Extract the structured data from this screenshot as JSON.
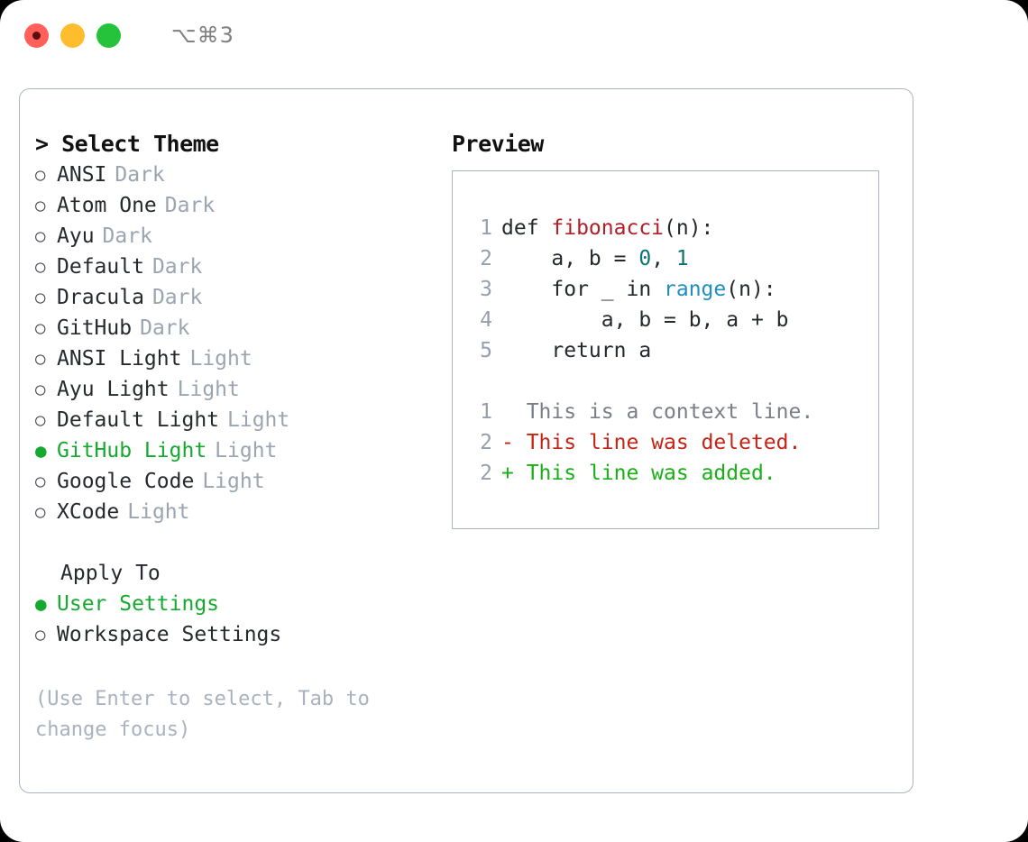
{
  "titlebar": {
    "shortcut": "⌥⌘3",
    "buttons": [
      {
        "name": "close",
        "color": "#ff6059"
      },
      {
        "name": "minimize",
        "color": "#ffbd2e"
      },
      {
        "name": "maximize",
        "color": "#24c33b"
      }
    ]
  },
  "left": {
    "heading": "> Select Theme",
    "themes": [
      {
        "bullet": "○",
        "label": "ANSI",
        "tag": "Dark",
        "selected": false
      },
      {
        "bullet": "○",
        "label": "Atom One",
        "tag": "Dark",
        "selected": false
      },
      {
        "bullet": "○",
        "label": "Ayu",
        "tag": "Dark",
        "selected": false
      },
      {
        "bullet": "○",
        "label": "Default",
        "tag": "Dark",
        "selected": false
      },
      {
        "bullet": "○",
        "label": "Dracula",
        "tag": "Dark",
        "selected": false
      },
      {
        "bullet": "○",
        "label": "GitHub",
        "tag": "Dark",
        "selected": false
      },
      {
        "bullet": "○",
        "label": "ANSI Light",
        "tag": "Light",
        "selected": false
      },
      {
        "bullet": "○",
        "label": "Ayu Light",
        "tag": "Light",
        "selected": false
      },
      {
        "bullet": "○",
        "label": "Default Light",
        "tag": "Light",
        "selected": false
      },
      {
        "bullet": "●",
        "label": "GitHub Light",
        "tag": "Light",
        "selected": true
      },
      {
        "bullet": "○",
        "label": "Google Code",
        "tag": "Light",
        "selected": false
      },
      {
        "bullet": "○",
        "label": "XCode",
        "tag": "Light",
        "selected": false
      }
    ],
    "apply_heading": "Apply To",
    "apply_options": [
      {
        "bullet": "●",
        "label": "User Settings",
        "selected": true
      },
      {
        "bullet": "○",
        "label": "Workspace Settings",
        "selected": false
      }
    ],
    "hint": "(Use Enter to select, Tab to change focus)"
  },
  "right": {
    "heading": "Preview",
    "code_lines": [
      {
        "num": "1",
        "tokens": [
          {
            "text": "def ",
            "type": "plain"
          },
          {
            "text": "fibonacci",
            "type": "func"
          },
          {
            "text": "(n):",
            "type": "plain"
          }
        ]
      },
      {
        "num": "2",
        "tokens": [
          {
            "text": "    a, b = ",
            "type": "plain"
          },
          {
            "text": "0",
            "type": "num"
          },
          {
            "text": ", ",
            "type": "plain"
          },
          {
            "text": "1",
            "type": "num"
          }
        ]
      },
      {
        "num": "3",
        "tokens": [
          {
            "text": "    for _ in ",
            "type": "plain"
          },
          {
            "text": "range",
            "type": "call"
          },
          {
            "text": "(n):",
            "type": "plain"
          }
        ]
      },
      {
        "num": "4",
        "tokens": [
          {
            "text": "        a, b = b, a + b",
            "type": "plain"
          }
        ]
      },
      {
        "num": "5",
        "tokens": [
          {
            "text": "    return a",
            "type": "plain"
          }
        ]
      }
    ],
    "diff_lines": [
      {
        "num": "1",
        "marker": "  ",
        "text": "This is a context line.",
        "kind": "ctx"
      },
      {
        "num": "2",
        "marker": "- ",
        "text": "This line was deleted.",
        "kind": "del"
      },
      {
        "num": "2",
        "marker": "+ ",
        "text": "This line was added.",
        "kind": "add"
      }
    ]
  },
  "colors": {
    "accent_green": "#16a92f",
    "muted": "#9aa5b1",
    "border": "#aab4c2",
    "func": "#b31d28",
    "number": "#0d7373",
    "call": "#1f8fc2",
    "diff_delete": "#c42414",
    "diff_add": "#18b016"
  }
}
